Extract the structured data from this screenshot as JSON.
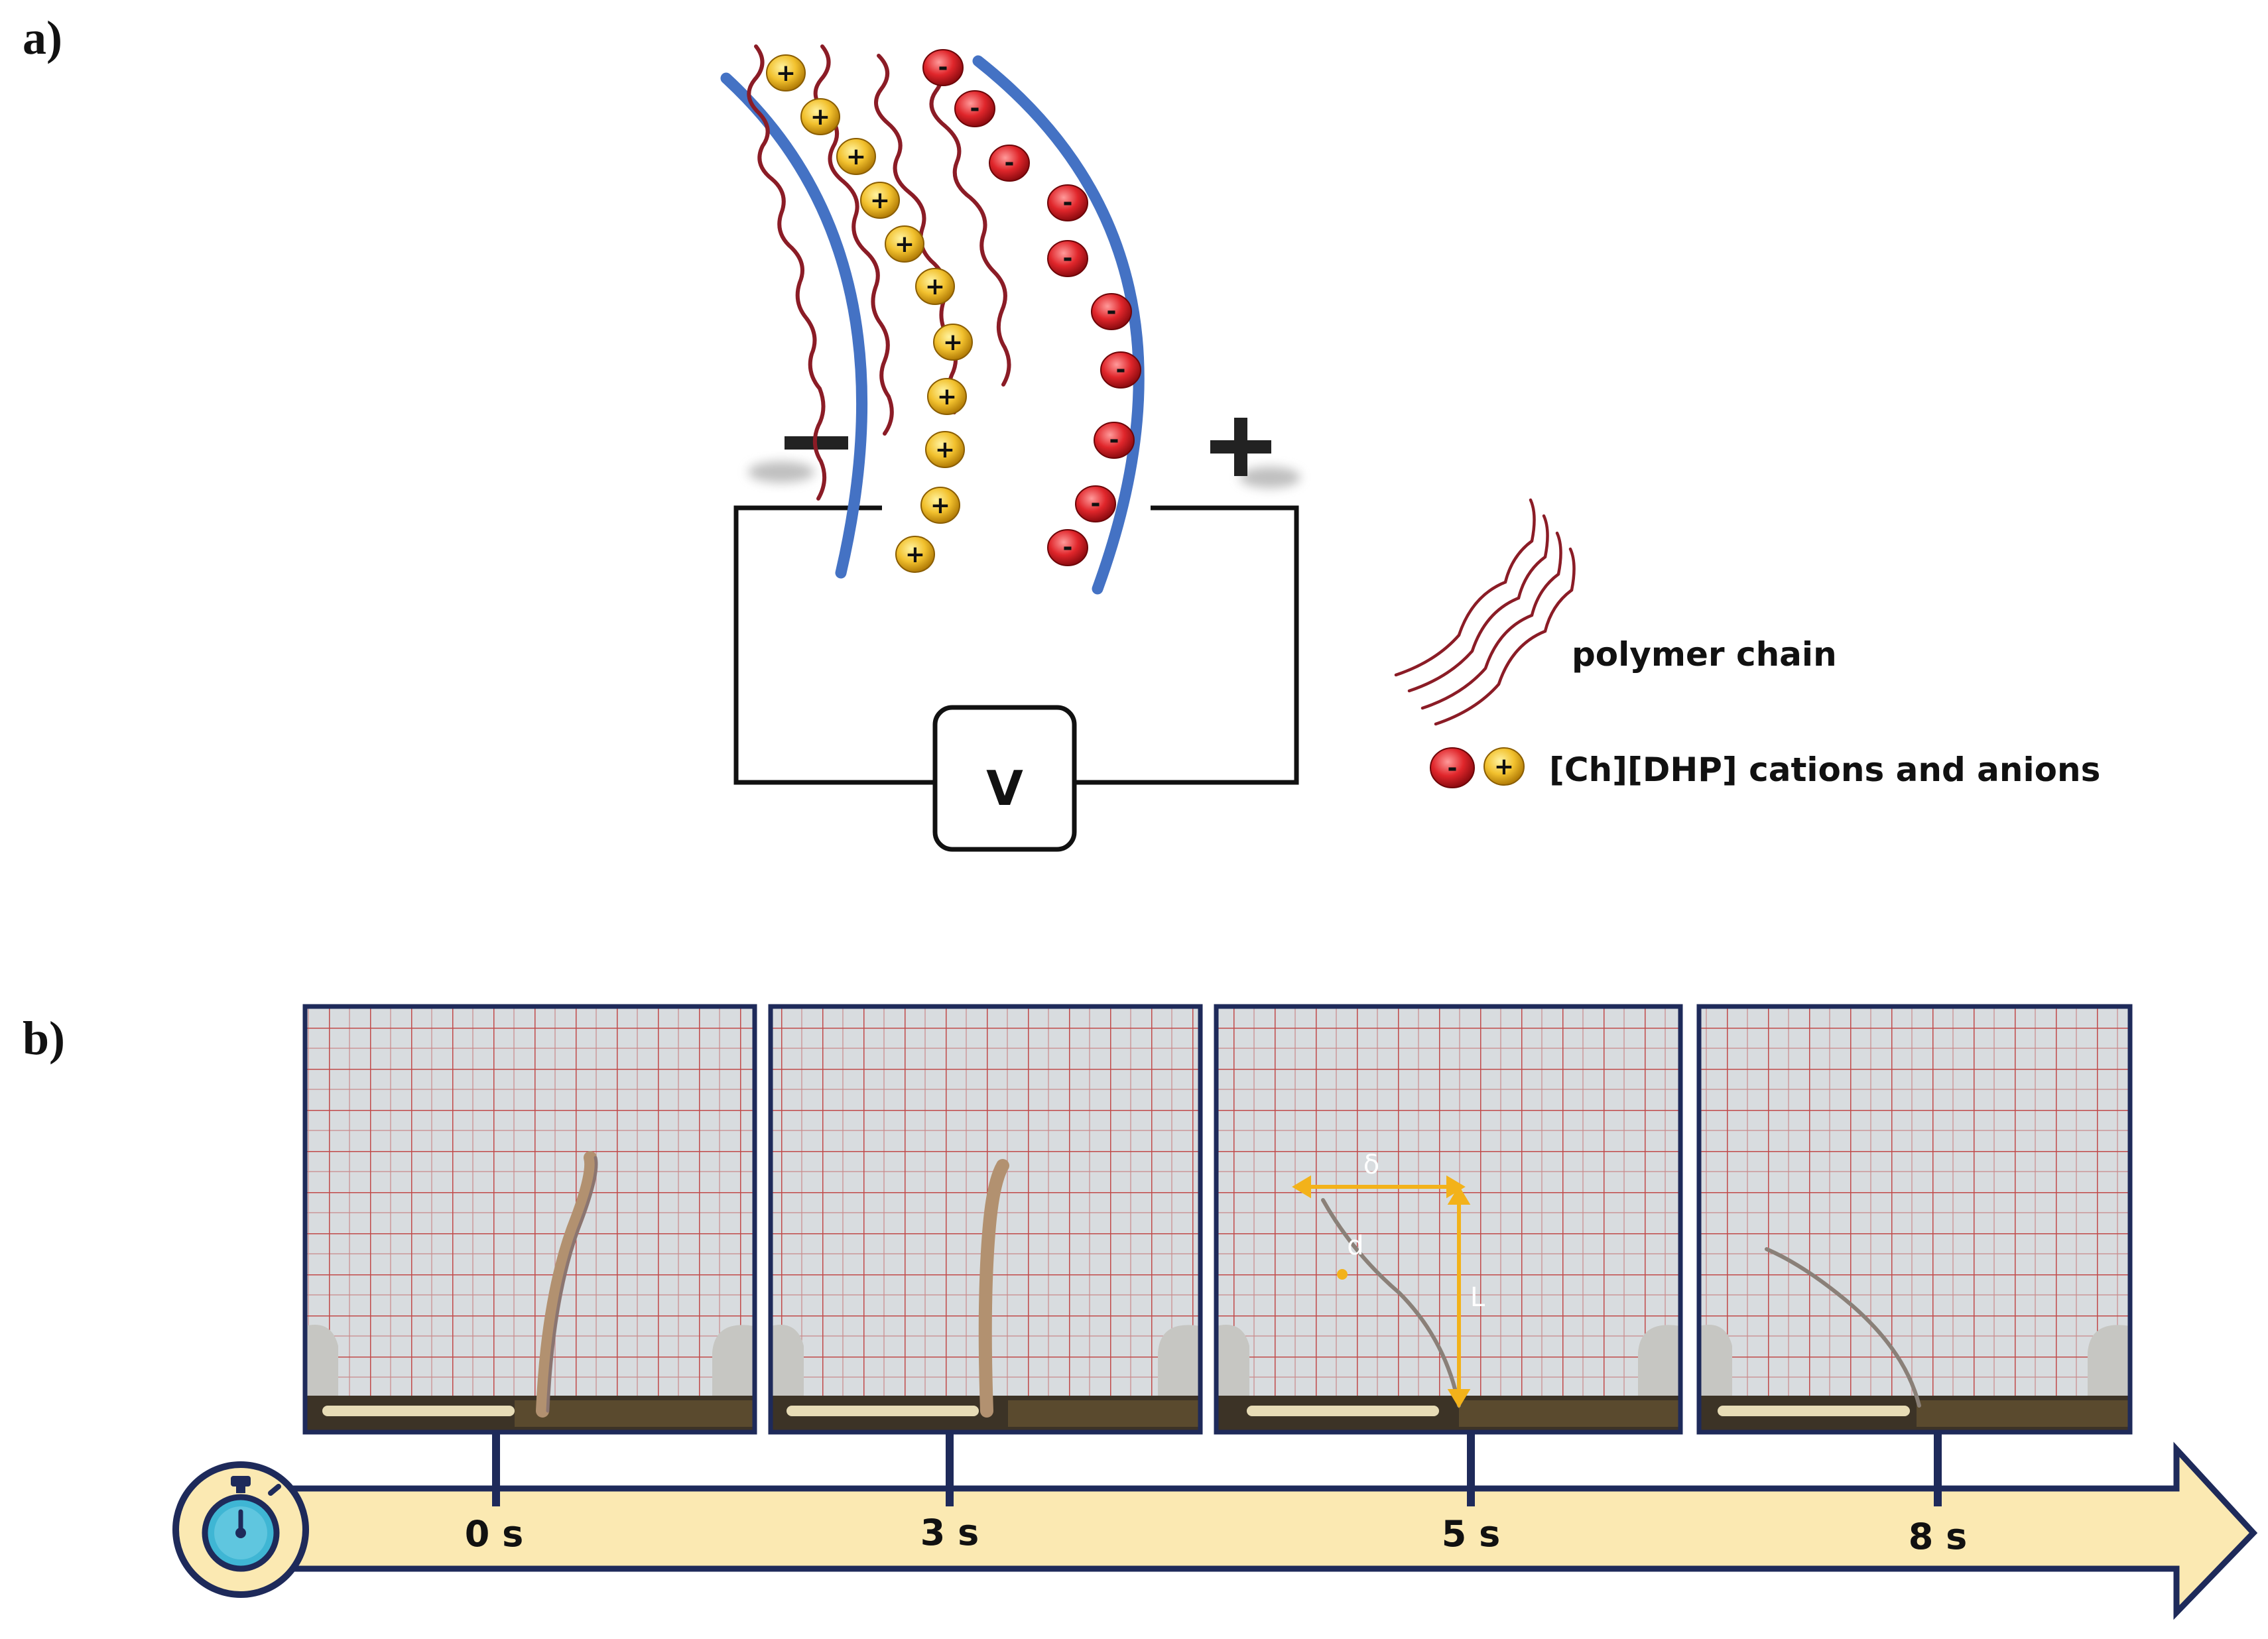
{
  "panels": {
    "a_label": "a)",
    "b_label": "b)"
  },
  "circuit": {
    "negative_sign": "−",
    "positive_sign": "+",
    "voltage_label": "V",
    "cation_sign": "+",
    "anion_sign": "-"
  },
  "legend": {
    "polymer_chain": "polymer chain",
    "ions": "[Ch][DHP] cations and anions"
  },
  "photo_annotations": {
    "delta": "δ",
    "d": "d",
    "L": "L"
  },
  "timeline": {
    "ticks": [
      {
        "label": "0 s"
      },
      {
        "label": "3 s"
      },
      {
        "label": "5 s"
      },
      {
        "label": "8 s"
      }
    ]
  },
  "colors": {
    "electrode": "#4472c4",
    "cation": "#f2c12e",
    "anion": "#e0262b",
    "polymer": "#8b1c26",
    "timeline_fill": "#fbe9b2",
    "timeline_stroke": "#1e2a5a",
    "grid_line": "#c65b5b",
    "paper": "#d8dcdf"
  }
}
